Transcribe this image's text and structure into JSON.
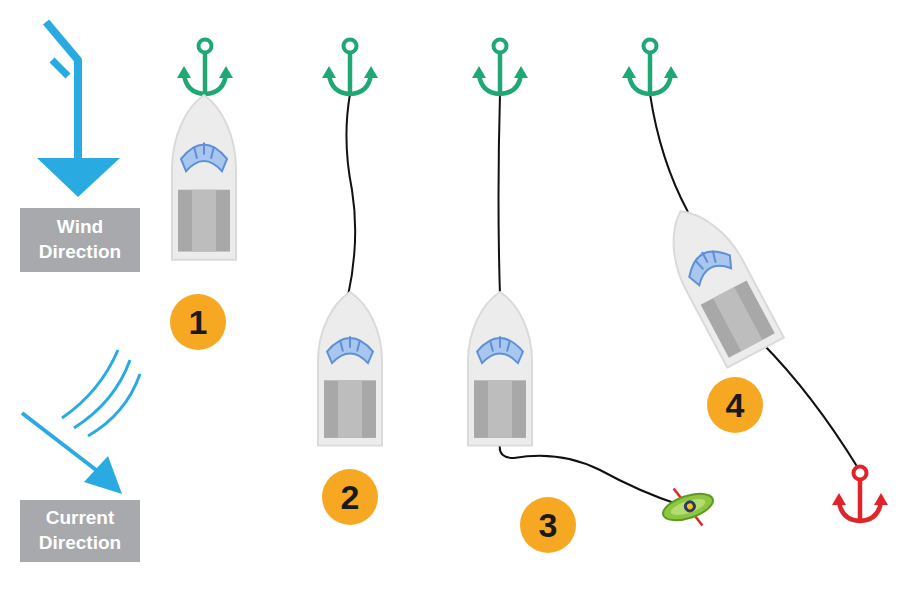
{
  "diagram": {
    "nodes": [
      {
        "text": [
          "Wind Direction"
        ]
      },
      {
        "text": [
          "Current Direction"
        ]
      },
      {
        "text": [
          "1"
        ]
      },
      {
        "text": [
          "2"
        ]
      },
      {
        "text": [
          "3"
        ]
      },
      {
        "text": [
          "4"
        ]
      }
    ]
  }
}
